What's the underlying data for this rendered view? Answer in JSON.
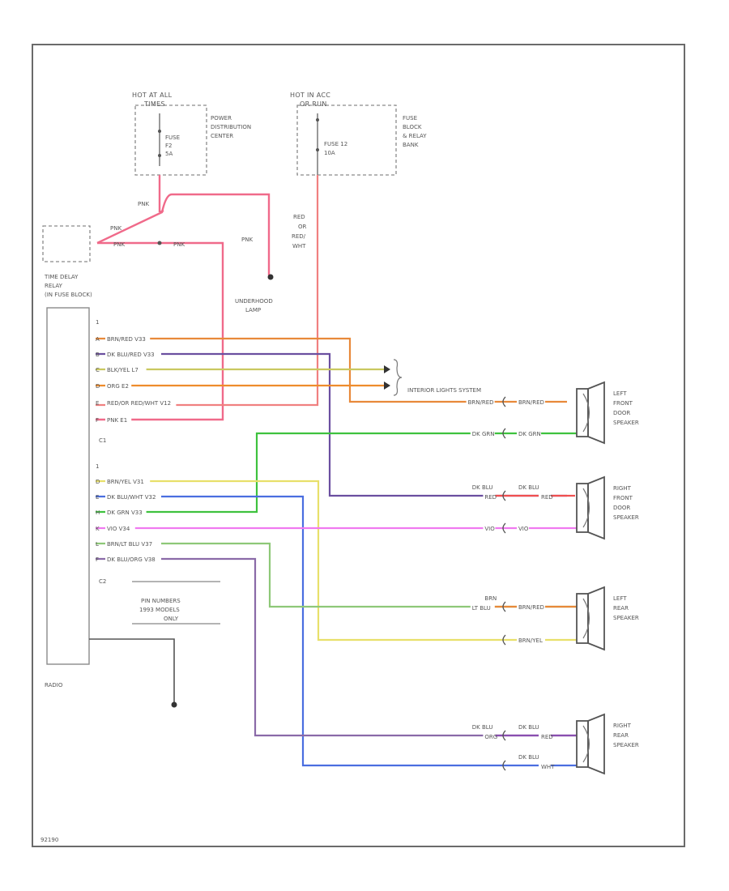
{
  "title": "",
  "fuse_boxes": {
    "hot_all": {
      "hot_label": [
        "HOT AT ALL",
        "TIMES"
      ],
      "fuse_label": [
        "FUSE",
        "F2",
        "5A"
      ],
      "box_label": [
        "POWER",
        "DISTRIBUTION",
        "CENTER"
      ]
    },
    "hot_acc": {
      "hot_label": [
        "HOT IN ACC",
        "OR RUN"
      ],
      "fuse_label": [
        "FUSE 12",
        "10A"
      ],
      "box_label": [
        "FUSE",
        "BLOCK",
        "& RELAY",
        "BANK"
      ]
    }
  },
  "relay_labels": [
    "TIME DELAY",
    "RELAY",
    "(IN FUSE BLOCK)"
  ],
  "wire_labels": {
    "pnk_top": "PNK",
    "pnk_a": "PNK",
    "pnk_b": "PNK",
    "pnk_c": "PNK",
    "pnk_underhood": "PNK",
    "red_or": [
      "RED",
      "OR",
      "RED/",
      "WHT"
    ]
  },
  "underhood_lamp": [
    "UNDERHOOD",
    "LAMP"
  ],
  "radio_label": "RADIO",
  "interior_lights": "INTERIOR LIGHTS SYSTEM",
  "connectors": {
    "c1": "C1",
    "c2": "C2"
  },
  "c1_pins": [
    {
      "pin": "A",
      "label": "BRN/RED  V33",
      "color": "#e8893a"
    },
    {
      "pin": "B",
      "label": "DK BLU/RED  V33",
      "color": "#6b4fa0"
    },
    {
      "pin": "C",
      "label": "BLK/YEL  L7",
      "color": "#c9c860"
    },
    {
      "pin": "D",
      "label": "ORG  E2",
      "color": "#ee8c2c"
    },
    {
      "pin": "E",
      "label": "RED/OR RED/WHT  V12",
      "color": "#f06a6a"
    },
    {
      "pin": "F",
      "label": "PNK  E1",
      "color": "#f0608a"
    }
  ],
  "c2_pins": [
    {
      "pin": "D",
      "label": "BRN/YEL  V31",
      "color": "#e8e06a"
    },
    {
      "pin": "E",
      "label": "DK BLU/WHT  V32",
      "color": "#4a6ee0"
    },
    {
      "pin": "H",
      "label": "DK GRN  V33",
      "color": "#3ec23e"
    },
    {
      "pin": "K",
      "label": "VIO  V34",
      "color": "#f07af0"
    },
    {
      "pin": "L",
      "label": "BRN/LT BLU  V37",
      "color": "#8ec878"
    },
    {
      "pin": "F",
      "label": "DK BLU/ORG  V38",
      "color": "#8a6aa8"
    }
  ],
  "note": [
    "PIN NUMBERS",
    "1993 MODELS",
    "ONLY"
  ],
  "speakers": [
    {
      "name": [
        "LEFT",
        "FRONT",
        "DOOR",
        "SPEAKER"
      ],
      "wires": [
        {
          "left": "BRN/RED",
          "right": "BRN/RED"
        },
        {
          "left": "DK GRN",
          "right": "DK GRN"
        }
      ]
    },
    {
      "name": [
        "RIGHT",
        "FRONT",
        "DOOR",
        "SPEAKER"
      ],
      "wires": [
        {
          "left": "DK BLU",
          "left2": "RED",
          "right": "DK BLU",
          "right2": "RED"
        },
        {
          "left": "VIO",
          "right": "VIO"
        }
      ]
    },
    {
      "name": [
        "LEFT",
        "REAR",
        "SPEAKER"
      ],
      "wires": [
        {
          "left": "BRN",
          "left2": "LT BLU",
          "right": "BRN/RED"
        },
        {
          "left": "",
          "right": "BRN/YEL"
        }
      ]
    },
    {
      "name": [
        "RIGHT",
        "REAR",
        "SPEAKER"
      ],
      "wires": [
        {
          "left": "DK BLU",
          "left2": "ORG",
          "right": "DK BLU",
          "right2": "RED"
        },
        {
          "left": "",
          "right": "DK BLU",
          "right2": "WHT"
        }
      ]
    }
  ],
  "footer_code": "92190"
}
